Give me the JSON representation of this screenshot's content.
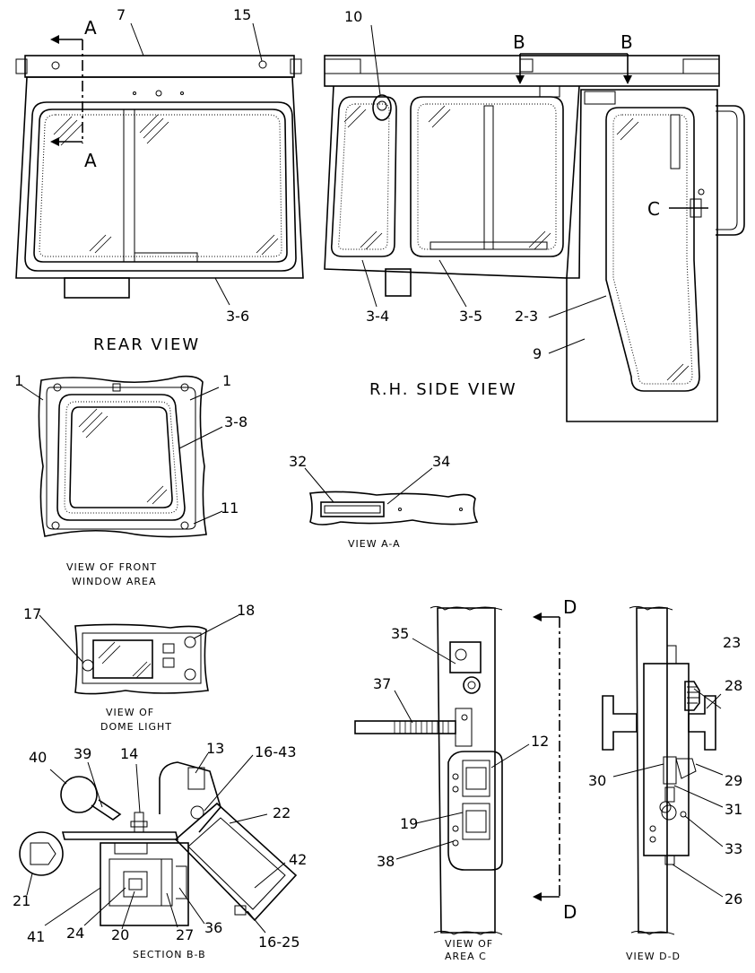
{
  "views": {
    "rear": "REAR VIEW",
    "side": "R.H. SIDE VIEW",
    "front_l1": "VIEW OF FRONT",
    "front_l2": "WINDOW AREA",
    "aa": "VIEW A-A",
    "dome_l1": "VIEW OF",
    "dome_l2": "DOME LIGHT",
    "section": "SECTION B-B",
    "area_l1": "VIEW OF",
    "area_l2": "AREA C",
    "dd": "VIEW D-D"
  },
  "section_letters": {
    "a_top": "A",
    "a_bot": "A",
    "b1": "B",
    "b2": "B",
    "c": "C",
    "d_top": "D",
    "d_bot": "D"
  },
  "callouts": {
    "c7": "7",
    "c15": "15",
    "c10": "10",
    "c3_6": "3-6",
    "c3_4": "3-4",
    "c3_5": "3-5",
    "c2_3": "2-3",
    "c9": "9",
    "c1a": "1",
    "c1b": "1",
    "c3_8": "3-8",
    "c11": "11",
    "c32": "32",
    "c34": "34",
    "c17": "17",
    "c18": "18",
    "c35": "35",
    "c37": "37",
    "c12": "12",
    "c19": "19",
    "c38": "38",
    "c23": "23",
    "c28": "28",
    "c30": "30",
    "c29": "29",
    "c31": "31",
    "c33": "33",
    "c26": "26",
    "c40": "40",
    "c39": "39",
    "c14": "14",
    "c13": "13",
    "c16_43": "16-43",
    "c22": "22",
    "c42": "42",
    "c21": "21",
    "c41": "41",
    "c24": "24",
    "c20": "20",
    "c27": "27",
    "c36": "36",
    "c16_25": "16-25"
  }
}
